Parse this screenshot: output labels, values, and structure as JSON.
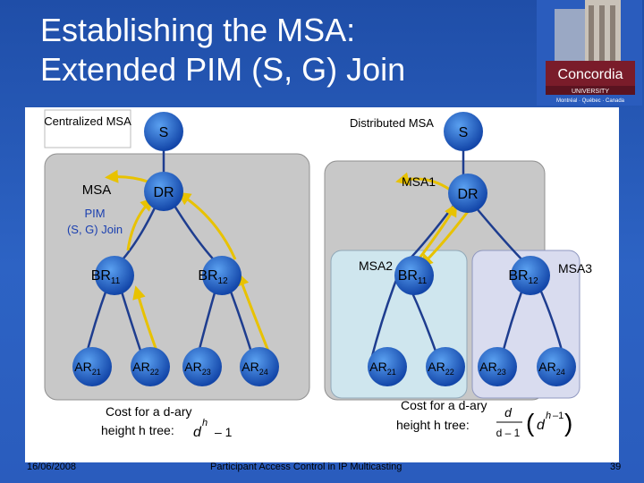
{
  "title": {
    "line1": "Establishing the MSA:",
    "line2": "Extended PIM (S, G) Join"
  },
  "logo": {
    "name": "Concordia",
    "subtitle": "UNIVERSITY",
    "caption": "Montréal · Québec · Canada"
  },
  "left": {
    "heading": "Centralized MSA",
    "source": "S",
    "dr": "DR",
    "msa_label": "MSA",
    "pim_line1": "PIM",
    "pim_line2": "(S, G) Join",
    "br": [
      {
        "b": "BR",
        "s": "11"
      },
      {
        "b": "BR",
        "s": "12"
      }
    ],
    "ar": [
      {
        "b": "AR",
        "s": "21"
      },
      {
        "b": "AR",
        "s": "22"
      },
      {
        "b": "AR",
        "s": "23"
      },
      {
        "b": "AR",
        "s": "24"
      }
    ],
    "cost_line1": "Cost for a d-ary",
    "cost_line2": "height h tree:",
    "formula": {
      "base": "d",
      "exp": "h",
      "tail": "– 1"
    }
  },
  "right": {
    "heading": "Distributed MSA",
    "source": "S",
    "dr": "DR",
    "msa1": "MSA1",
    "msa2": "MSA2",
    "msa3": "MSA3",
    "br": [
      {
        "b": "BR",
        "s": "11"
      },
      {
        "b": "BR",
        "s": "12"
      }
    ],
    "ar": [
      {
        "b": "AR",
        "s": "21"
      },
      {
        "b": "AR",
        "s": "22"
      },
      {
        "b": "AR",
        "s": "23"
      },
      {
        "b": "AR",
        "s": "24"
      }
    ],
    "cost_line1": "Cost for a d-ary",
    "cost_line2": "height h tree:",
    "formula": {
      "num": "d",
      "den": "d – 1",
      "paren": "h–1",
      "paren_base": "d",
      "paren_exp": "h",
      "paren_tail": "–1"
    }
  },
  "footer": {
    "date": "16/06/2008",
    "title": "Participant Access Control in IP Multicasting",
    "page": "39"
  },
  "colors": {
    "node": "#1a5bc4",
    "panel": "#c8c8c8",
    "msa2": "#cfe6ee",
    "msa3": "#d9dcef",
    "arrow": "#e8c200",
    "edge": "#1e3d8f"
  }
}
